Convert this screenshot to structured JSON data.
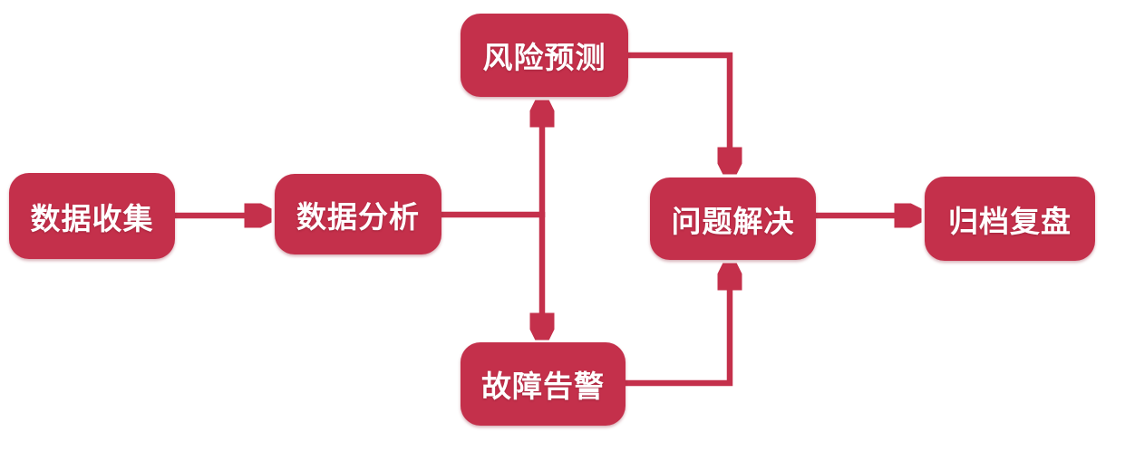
{
  "diagram": {
    "title": "",
    "type": "flowchart",
    "nodes": [
      {
        "id": "data-collection",
        "label": "数据收集"
      },
      {
        "id": "data-analysis",
        "label": "数据分析"
      },
      {
        "id": "risk-prediction",
        "label": "风险预测"
      },
      {
        "id": "fault-alert",
        "label": "故障告警"
      },
      {
        "id": "problem-solving",
        "label": "问题解决"
      },
      {
        "id": "archive-review",
        "label": "归档复盘"
      }
    ],
    "edges": [
      {
        "from": "数据收集",
        "to": "数据分析",
        "shape": "straight-right"
      },
      {
        "from": "数据分析",
        "to": "风险预测",
        "shape": "right-then-up"
      },
      {
        "from": "数据分析",
        "to": "故障告警",
        "shape": "right-then-down"
      },
      {
        "from": "风险预测",
        "to": "问题解决",
        "shape": "right-then-down"
      },
      {
        "from": "故障告警",
        "to": "问题解决",
        "shape": "right-then-up"
      },
      {
        "from": "问题解决",
        "to": "归档复盘",
        "shape": "straight-right"
      }
    ],
    "colors": {
      "node_fill": "#c4304b",
      "arrow": "#c4304b",
      "text": "#ffffff",
      "background": "#ffffff"
    }
  }
}
